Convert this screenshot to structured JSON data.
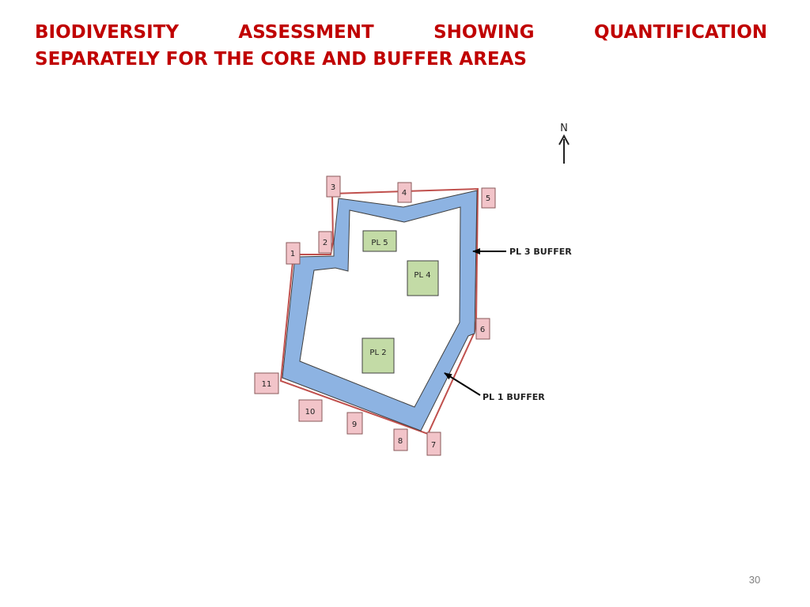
{
  "slide": {
    "title_words": [
      "BIODIVERSITY",
      "ASSESSMENT",
      "SHOWING",
      "QUANTIFICATION"
    ],
    "title_line2": "SEPARATELY FOR THE CORE AND BUFFER AREAS",
    "page_number": "30"
  },
  "map": {
    "north_label": "N",
    "plots": [
      "PL 5",
      "PL 4",
      "PL 2"
    ],
    "callouts": [
      "PL 3 BUFFER",
      "PL 1 BUFFER"
    ],
    "markers": [
      "1",
      "2",
      "3",
      "4",
      "5",
      "6",
      "7",
      "8",
      "9",
      "10",
      "11"
    ],
    "colors": {
      "buffer_fill": "#8db3e2",
      "boundary": "#c0504d",
      "plot_fill": "#c3dba6",
      "marker_fill": "#f2c4c9",
      "title": "#c00000"
    }
  }
}
